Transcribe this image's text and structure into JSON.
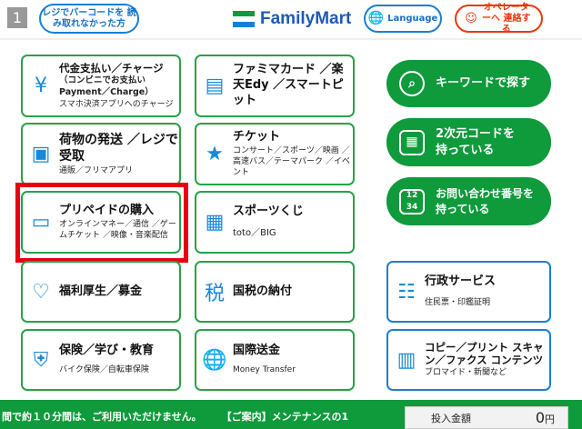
{
  "header": {
    "screen_number": "1",
    "barcode_button": "レジでバーコードを 読み取れなかった方",
    "logo": "FamilyMart",
    "language_button": "Language",
    "operator_button": "オペレーターへ 連絡する"
  },
  "cards": [
    {
      "title": "代金支払い／チャージ",
      "sub_title": "（コンビニでお支払い Payment／Charge）",
      "sub": "スマホ決済アプリへのチャージ"
    },
    {
      "title": "ファミマカード ／楽天Edy ／スマートピット"
    },
    {
      "title": "荷物の発送 ／レジで受取",
      "sub": "通販／フリマアプリ"
    },
    {
      "title": "チケット",
      "sub": "コンサート／スポーツ／映画 ／高速バス／テーマパーク ／イベント"
    },
    {
      "title": "プリペイドの購入",
      "sub": "オンラインマネー／通信 ／ゲームチケット ／映像・音楽配信"
    },
    {
      "title": "スポーツくじ",
      "sub": "toto／BIG"
    },
    {
      "title": "福利厚生／募金"
    },
    {
      "title": "国税の納付"
    },
    {
      "title": "保険／学び・教育",
      "sub": "バイク保険／自転車保険"
    },
    {
      "title": "国際送金",
      "sub": "Money Transfer"
    },
    {
      "title": "行政サービス",
      "sub": "住民票・印鑑証明"
    },
    {
      "title": "コピー／プリント スキャン／ファクス コンテンツ",
      "sub": "ブロマイド・新聞など"
    }
  ],
  "actions": [
    {
      "label": "キーワードで探す"
    },
    {
      "label": "2次元コードを 持っている"
    },
    {
      "label": "お問い合わせ番号を 持っている"
    }
  ],
  "footer": {
    "ticker": "間で約１０分間は、ご利用いただけません。　　　【ご案内】メンテナンスの1",
    "money_label": "投入金額",
    "money_value": "0",
    "money_unit": "円"
  },
  "colors": {
    "green": "#0f9a3c",
    "blue": "#1a7fd4",
    "red": "#e60012"
  }
}
